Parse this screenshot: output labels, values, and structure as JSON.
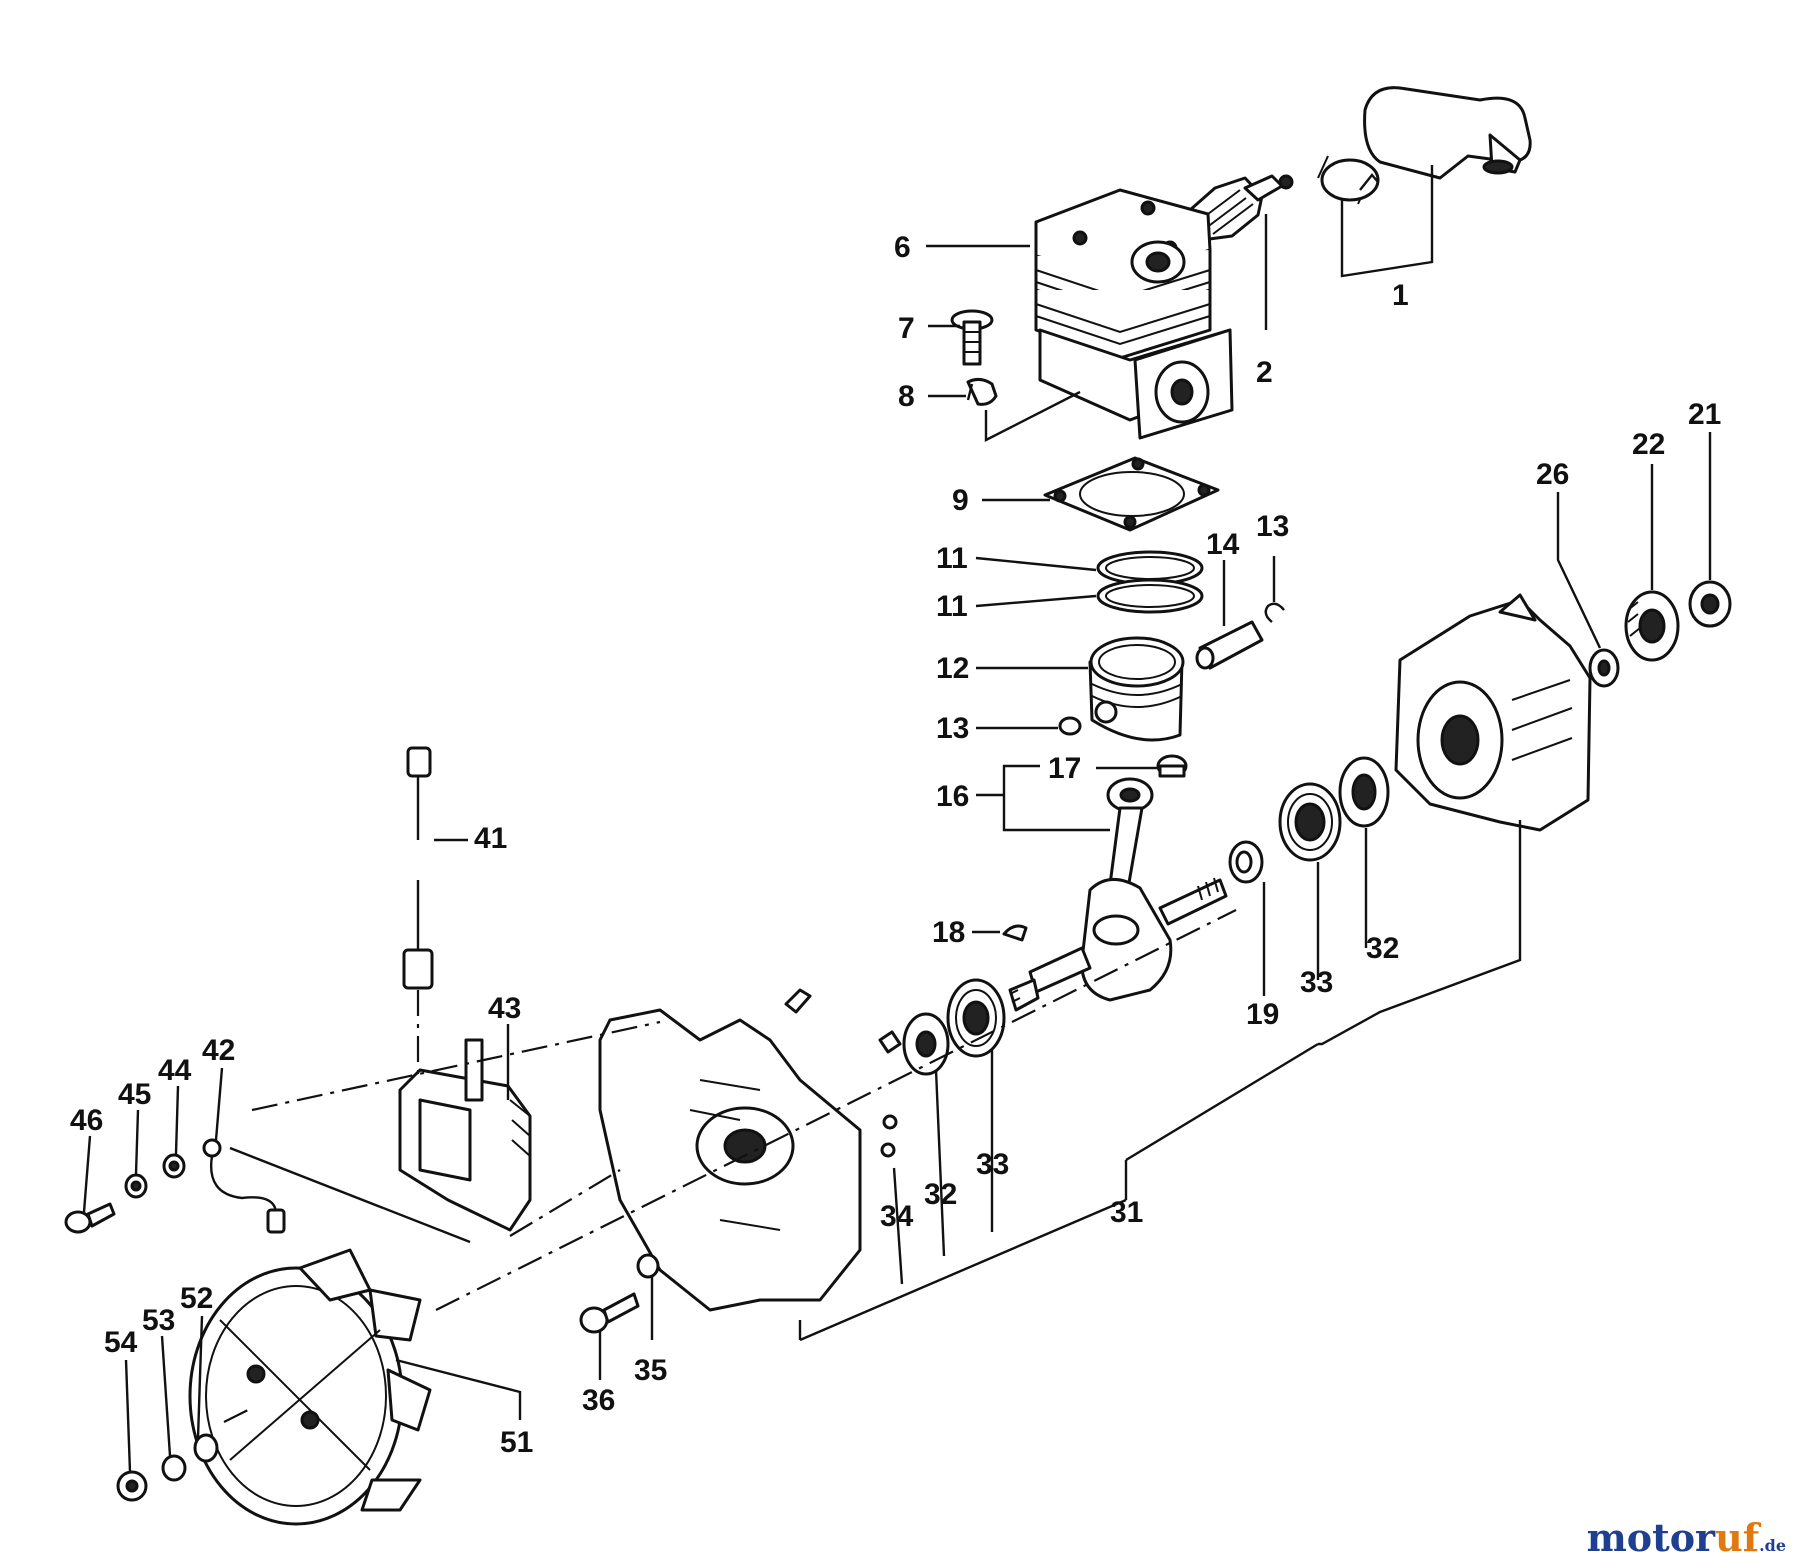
{
  "labels": {
    "p1": "1",
    "p2": "2",
    "p6": "6",
    "p7": "7",
    "p8": "8",
    "p9": "9",
    "p11a": "11",
    "p11b": "11",
    "p12": "12",
    "p13a": "13",
    "p13b": "13",
    "p14": "14",
    "p16": "16",
    "p17": "17",
    "p18": "18",
    "p19": "19",
    "p21": "21",
    "p22": "22",
    "p26": "26",
    "p31": "31",
    "p32a": "32",
    "p32b": "32",
    "p33a": "33",
    "p33b": "33",
    "p34": "34",
    "p35": "35",
    "p36": "36",
    "p41": "41",
    "p42": "42",
    "p43": "43",
    "p44": "44",
    "p45": "45",
    "p46": "46",
    "p51": "51",
    "p52": "52",
    "p53": "53",
    "p54": "54"
  },
  "watermark": {
    "prefix": "motor",
    "accent": "uf",
    "suffix": ".de"
  }
}
